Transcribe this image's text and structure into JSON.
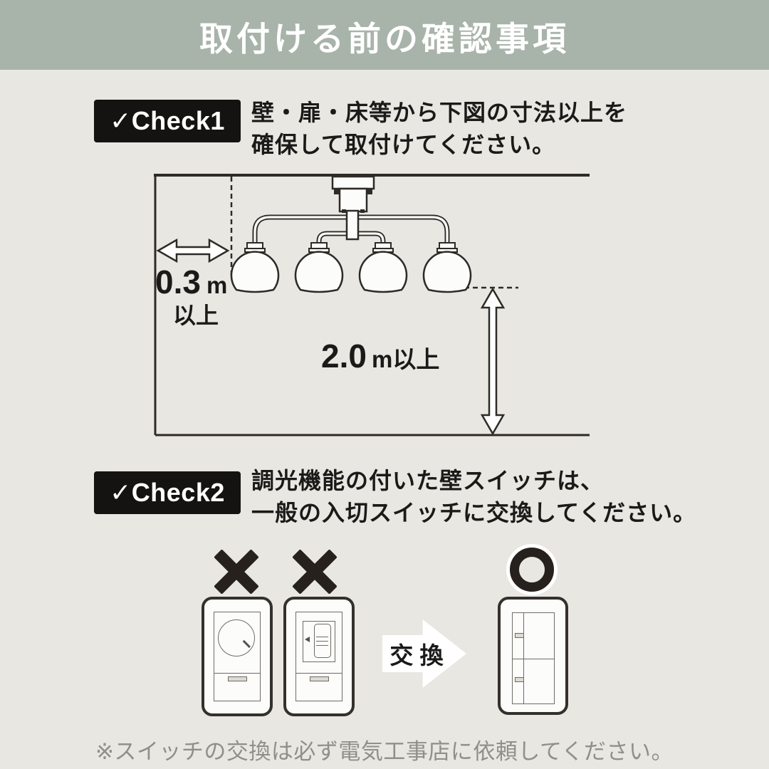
{
  "colors": {
    "banner_bg": "#a8b3aa",
    "page_bg": "#e9e7e2",
    "badge_bg": "#141311",
    "badge_text": "#ffffff",
    "diagram_line": "#2e2b27",
    "ng_mark": "#26211d",
    "footer_text": "#908f8b"
  },
  "header": {
    "title": "取付ける前の確認事項"
  },
  "check1": {
    "badge_label": "✓Check1",
    "description_line1": "壁・扉・床等から下図の寸法以上を",
    "description_line2": "確保して取付けてください。"
  },
  "diagram": {
    "horizontal_clearance_value": "0.3",
    "horizontal_clearance_unit": "m",
    "horizontal_clearance_note": "以上",
    "vertical_clearance_value": "2.0",
    "vertical_clearance_note": "m以上"
  },
  "check2": {
    "badge_label": "✓Check2",
    "description_line1": "調光機能の付いた壁スイッチは、",
    "description_line2": "一般の入切スイッチに交換してください。"
  },
  "switch_section": {
    "exchange_label": "交 換"
  },
  "footer": {
    "note": "※スイッチの交換は必ず電気工事店に依頼してください。"
  }
}
